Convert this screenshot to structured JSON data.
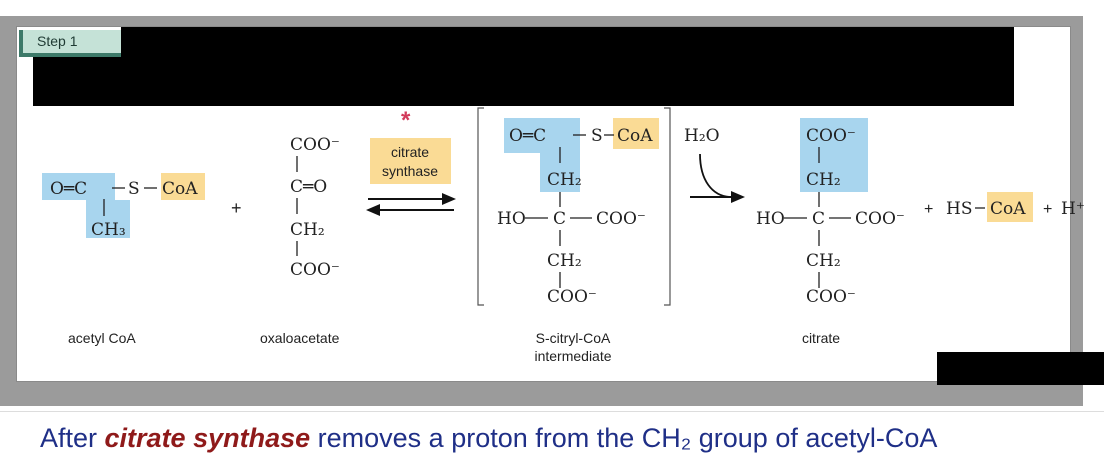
{
  "step": {
    "label": "Step 1"
  },
  "reaction": {
    "plus_1": "+",
    "enzyme": {
      "line1": "citrate",
      "line2": "synthase",
      "asterisk": "*"
    },
    "water": "H₂O",
    "plus_2": "+",
    "plus_3": "+"
  },
  "molecules": {
    "acetyl_coa": {
      "name": "acetyl CoA",
      "s": "S",
      "coa": "CoA",
      "o_eq_c": "O═C",
      "ch3": "CH₃"
    },
    "oxaloacetate": {
      "name": "oxaloacetate",
      "coo_top": "COO⁻",
      "c_eq_o": "C═O",
      "ch2": "CH₂",
      "coo_bottom": "COO⁻"
    },
    "citryl_coa": {
      "name_line1": "S-citryl-CoA",
      "name_line2": "intermediate",
      "o_eq_c": "O═C",
      "s": "S",
      "coa": "CoA",
      "ch2_top": "CH₂",
      "ho": "HO",
      "c": "C",
      "coo_right": "COO⁻",
      "ch2_bottom": "CH₂",
      "coo_bottom": "COO⁻"
    },
    "citrate": {
      "name": "citrate",
      "coo_top": "COO⁻",
      "ch2_top": "CH₂",
      "ho": "HO",
      "c": "C",
      "coo_right": "COO⁻",
      "ch2_bottom": "CH₂",
      "coo_bottom": "COO⁻"
    },
    "hs_coa": {
      "hs": "HS",
      "coa": "CoA"
    },
    "proton": "H⁺"
  },
  "caption": {
    "pre": "After ",
    "emphasis": "citrate synthase",
    "post": " removes a proton from the CH₂ group of acetyl-CoA"
  },
  "colors": {
    "blue_highlight": "#a8d5ee",
    "yellow_highlight": "#fadb95",
    "enzyme_box": "#fadb95",
    "tab": "#c5e2d7",
    "asterisk": "#d23a5a",
    "caption_text": "#1f2f87",
    "caption_emphasis": "#8f1a1a"
  }
}
